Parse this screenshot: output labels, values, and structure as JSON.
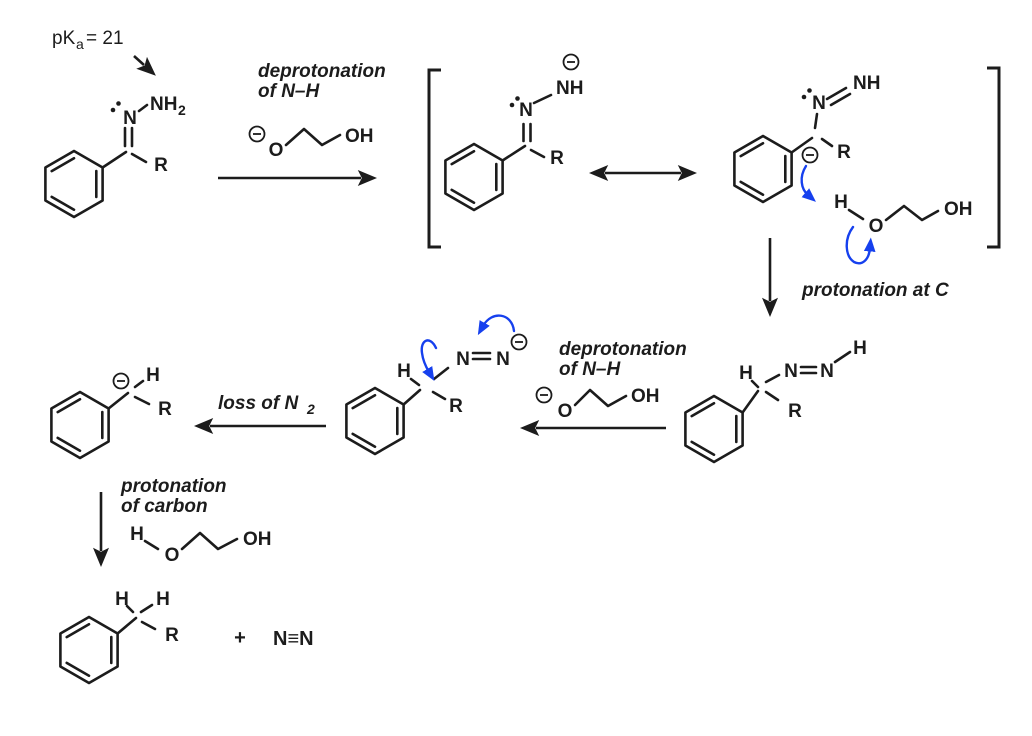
{
  "colors": {
    "structure_black": "#1c1c1c",
    "highlight_blue": "#1640ee"
  },
  "pka": {
    "prefix": "pK",
    "sub": "a",
    "value": "= 21"
  },
  "step_labels": {
    "step1_line1": "deprotonation",
    "step1_line2": "of N–H",
    "step2": "protonation at C",
    "step3_line1": "deprotonation",
    "step3_line2": "of N–H",
    "step4_main": "loss of N",
    "step4_sub": "2",
    "step5_line1": "protonation",
    "step5_line2": "of carbon"
  },
  "hydrazone": {
    "n": "N",
    "nh": "NH",
    "nh_sub": "2",
    "r": "R"
  },
  "glycolate1": {
    "o": "O",
    "oh": "OH"
  },
  "resonance_a": {
    "n": "N",
    "nh": "NH",
    "r": "R"
  },
  "resonance_b": {
    "n": "N",
    "nh": "NH",
    "r": "R",
    "glycol_h": "H",
    "glycol_o": "O",
    "glycol_oh": "OH"
  },
  "diazene": {
    "c_h": "H",
    "r": "R",
    "n1": "N",
    "n2": "N",
    "n_h": "H"
  },
  "glycolate2": {
    "o": "O",
    "oh": "OH"
  },
  "diazenide": {
    "h": "H",
    "r": "R",
    "n1": "N",
    "n2": "N"
  },
  "carbanion": {
    "h": "H",
    "r": "R"
  },
  "glycol": {
    "h": "H",
    "o": "O",
    "oh": "OH"
  },
  "product": {
    "h1": "H",
    "h2": "H",
    "r": "R"
  },
  "byproduct": {
    "plus": "+",
    "dinitrogen": "N≡N"
  }
}
